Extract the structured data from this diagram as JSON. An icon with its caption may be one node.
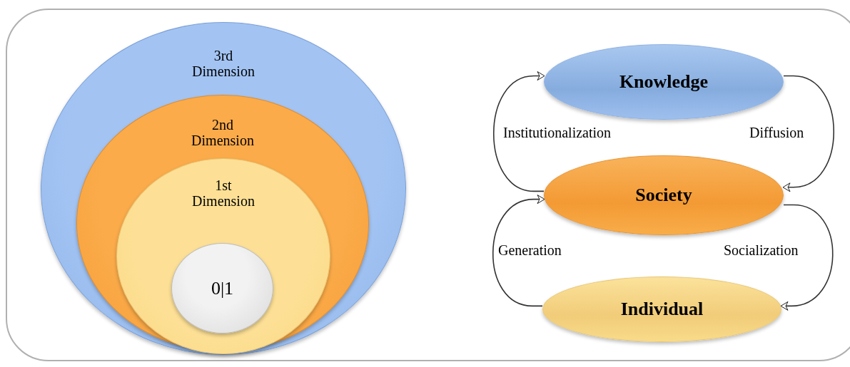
{
  "diagram": {
    "nodes": [
      {
        "text": [
          "3rd Dimension"
        ]
      },
      {
        "text": [
          "2nd Dimension"
        ],
        "in": 0
      },
      {
        "text": [
          "1st Dimension"
        ],
        "in": 1
      },
      {
        "text": [
          "0|1"
        ],
        "in": 2
      },
      {
        "text": [
          "Knowledge"
        ]
      },
      {
        "text": [
          "Society"
        ]
      },
      {
        "text": [
          "Individual"
        ]
      }
    ],
    "edges": [
      {
        "from": 5,
        "to": 4,
        "arrow": "to",
        "label": "Institutionalization"
      },
      {
        "from": 4,
        "to": 5,
        "arrow": "to",
        "label": "Diffusion"
      },
      {
        "from": 6,
        "to": 5,
        "arrow": "to",
        "label": "Generation"
      },
      {
        "from": 5,
        "to": 6,
        "arrow": "to",
        "label": "Socialization"
      }
    ]
  }
}
